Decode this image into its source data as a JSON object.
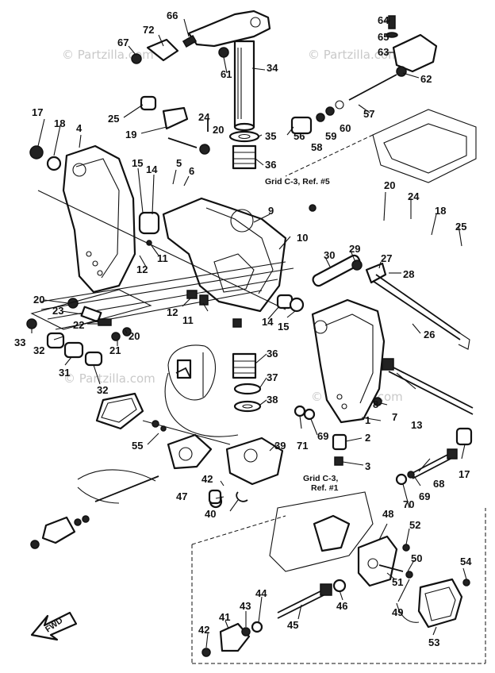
{
  "watermark": "© Partzilla.com",
  "notes": {
    "grid_c3_ref5": "Grid C-3, Ref. #5",
    "grid_c3_ref1_line1": "Grid C-3,",
    "grid_c3_ref1_line2": "Ref. #1",
    "fwd": "FWD"
  },
  "callouts": [
    "66",
    "72",
    "67",
    "61",
    "34",
    "35",
    "36",
    "64",
    "65",
    "63",
    "62",
    "57",
    "60",
    "59",
    "58",
    "56",
    "17",
    "18",
    "4",
    "25",
    "19",
    "24",
    "20",
    "15",
    "14",
    "5",
    "6",
    "11",
    "12",
    "9",
    "10",
    "20",
    "24",
    "18",
    "25",
    "29",
    "27",
    "28",
    "30",
    "20",
    "23",
    "22",
    "33",
    "32",
    "31",
    "32",
    "21",
    "20",
    "12",
    "11",
    "14",
    "15",
    "36",
    "37",
    "38",
    "26",
    "7",
    "13",
    "8",
    "1",
    "2",
    "3",
    "69",
    "71",
    "55",
    "39",
    "42",
    "47",
    "40",
    "68",
    "17",
    "70",
    "69",
    "48",
    "52",
    "50",
    "51",
    "54",
    "49",
    "53",
    "44",
    "43",
    "41",
    "42",
    "46",
    "45"
  ]
}
